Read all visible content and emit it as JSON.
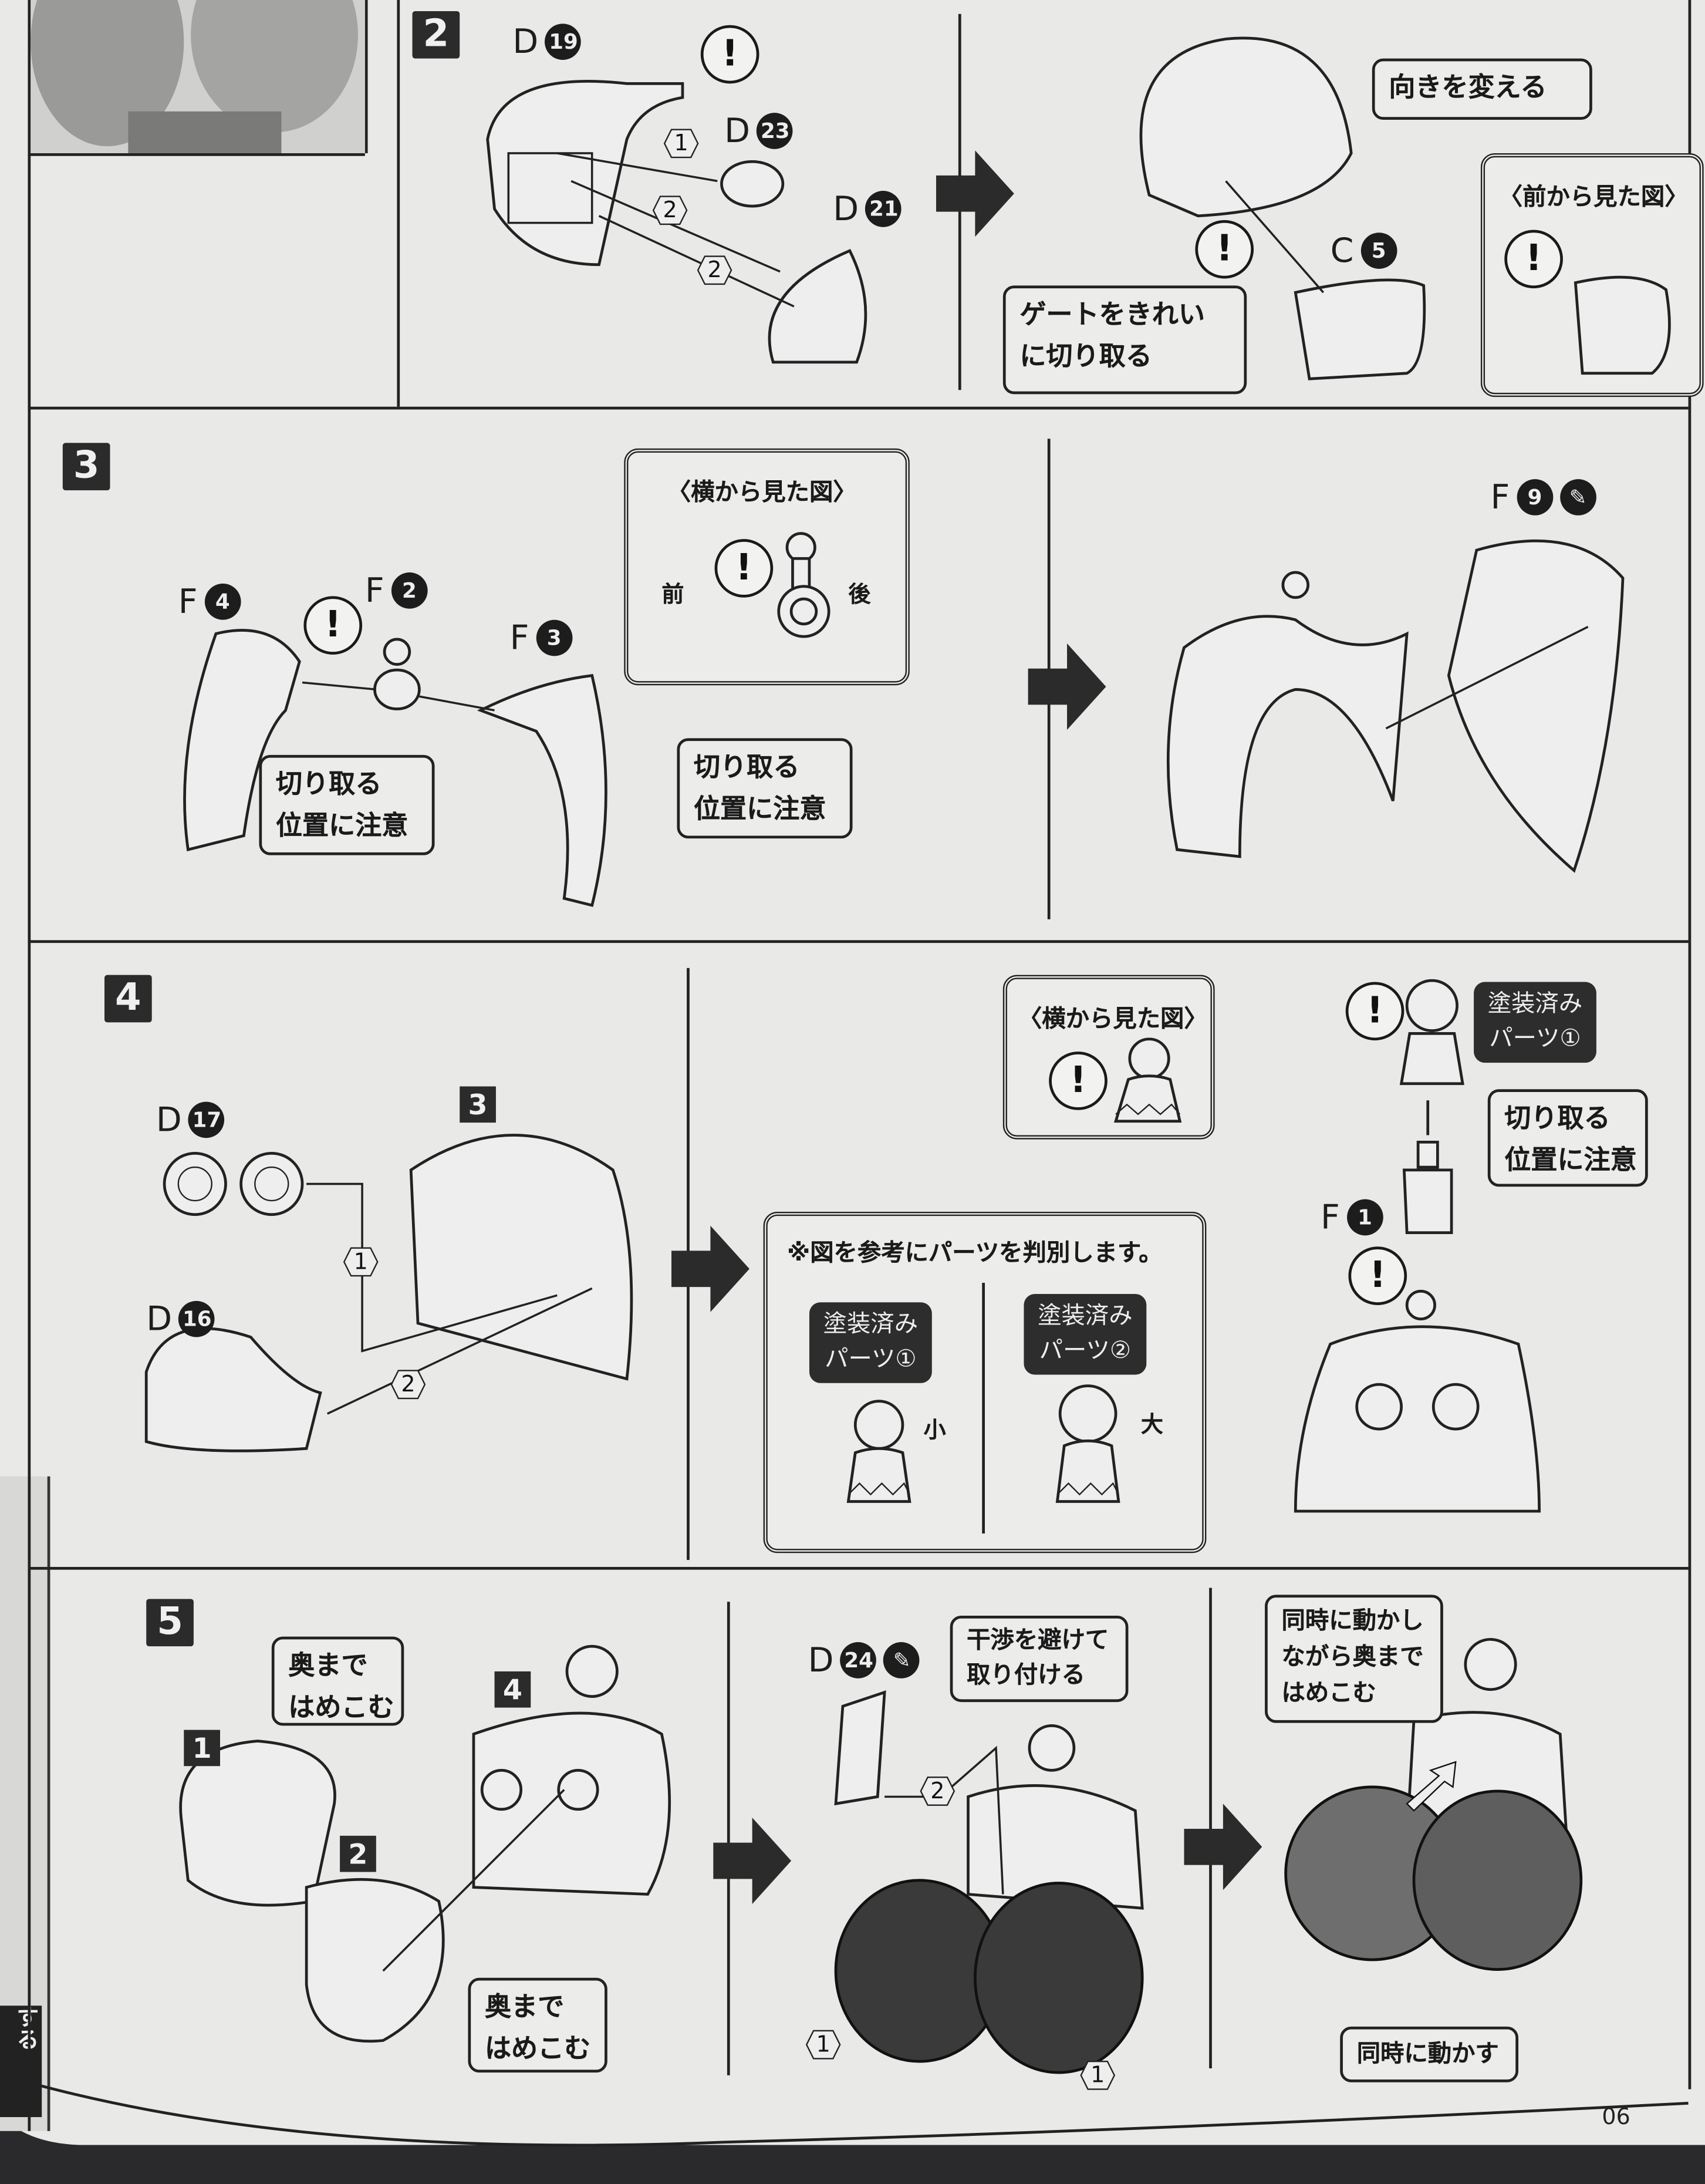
{
  "page_number": "06",
  "left_page_fragment": "する",
  "step2": {
    "number": "2",
    "parts": [
      {
        "letter": "D",
        "num": "19"
      },
      {
        "letter": "D",
        "num": "23"
      },
      {
        "letter": "D",
        "num": "21"
      },
      {
        "letter": "C",
        "num": "5"
      }
    ],
    "order_marks": [
      "1",
      "2",
      "2"
    ],
    "callout_turn": "向きを変える",
    "front_view_title": "〈前から見た図〉",
    "callout_gate": [
      "ゲートをきれい",
      "に切り取る"
    ],
    "warning": "!"
  },
  "step3": {
    "number": "3",
    "parts": [
      {
        "letter": "F",
        "num": "4"
      },
      {
        "letter": "F",
        "num": "2"
      },
      {
        "letter": "F",
        "num": "3"
      },
      {
        "letter": "F",
        "num": "9"
      }
    ],
    "side_view_title": "〈横から見た図〉",
    "front_label": "前",
    "back_label": "後",
    "callout_cut": [
      "切り取る",
      "位置に注意"
    ],
    "warning": "!"
  },
  "step4": {
    "number": "4",
    "sub_ref": "3",
    "parts": [
      {
        "letter": "D",
        "num": "17"
      },
      {
        "letter": "D",
        "num": "16"
      },
      {
        "letter": "F",
        "num": "1"
      }
    ],
    "order_marks": [
      "1",
      "2"
    ],
    "side_view_title": "〈横から見た図〉",
    "painted_part_1": [
      "塗装済み",
      "パーツ①"
    ],
    "painted_part_2": [
      "塗装済み",
      "パーツ②"
    ],
    "callout_cut": [
      "切り取る",
      "位置に注意"
    ],
    "note": "※図を参考にパーツを判別します。",
    "size_small": "小",
    "size_large": "大",
    "warning": "!"
  },
  "step5": {
    "number": "5",
    "sub_refs": [
      "4",
      "1",
      "2"
    ],
    "callout_insert": [
      "奥まで",
      "はめこむ"
    ],
    "parts": [
      {
        "letter": "D",
        "num": "24"
      }
    ],
    "callout_avoid": [
      "干渉を避けて",
      "取り付ける"
    ],
    "order_marks": [
      "2",
      "1",
      "1"
    ],
    "callout_simul_insert": [
      "同時に動かし",
      "ながら奥まで",
      "はめこむ"
    ],
    "callout_simul": "同時に動かす"
  }
}
